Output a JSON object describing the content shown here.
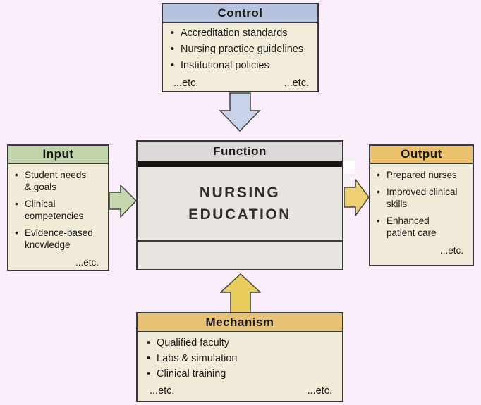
{
  "glyphs": {
    "bullet": "•"
  },
  "colors": {
    "background": "#f9eefa",
    "border": "#3a3a38",
    "control_header": "#b7c2de",
    "input_header": "#c3d3ab",
    "output_header": "#edc26e",
    "mechanism_header": "#e9c173",
    "function_header": "#dcd8d7",
    "box_body": "#f1ebd9",
    "function_body": "#e8e4e0",
    "arrow_down": "#c9d3ea",
    "arrow_input": "#c5d7ae",
    "arrow_output": "#edcf74",
    "arrow_up": "#e9cd5f",
    "arrow_stroke": "#45443c"
  },
  "control": {
    "title": "Control",
    "items": [
      "Accreditation standards",
      "Nursing practice guidelines",
      "Institutional policies"
    ],
    "etc_left": "...etc.",
    "etc_right": "...etc."
  },
  "input": {
    "title": "Input",
    "items": [
      [
        "Student needs",
        "& goals"
      ],
      [
        "Clinical",
        "competencies"
      ],
      [
        "Evidence-based",
        "knowledge"
      ]
    ],
    "etc": "...etc."
  },
  "function": {
    "title": "Function",
    "line1": "NURSING",
    "line2": "EDUCATION"
  },
  "output": {
    "title": "Output",
    "items": [
      [
        "Prepared nurses"
      ],
      [
        "Improved clinical",
        "skills"
      ],
      [
        "Enhanced",
        "patient care"
      ]
    ],
    "etc": "...etc."
  },
  "mechanism": {
    "title": "Mechanism",
    "items": [
      "Qualified faculty",
      "Labs & simulation",
      "Clinical training"
    ],
    "etc_left": "...etc.",
    "etc_right": "...etc."
  }
}
